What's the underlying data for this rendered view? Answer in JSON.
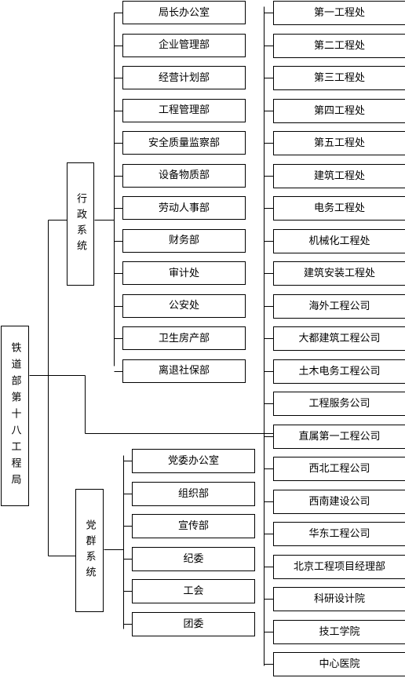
{
  "root": {
    "label": "铁道部第十八工程局"
  },
  "admin": {
    "label": "行政系统",
    "items": [
      "局长办公室",
      "企业管理部",
      "经营计划部",
      "工程管理部",
      "安全质量监察部",
      "设备物质部",
      "劳动人事部",
      "财务部",
      "审计处",
      "公安处",
      "卫生房产部",
      "离退社保部"
    ]
  },
  "party": {
    "label": "党群系统",
    "items": [
      "党委办公室",
      "组织部",
      "宣传部",
      "纪委",
      "工会",
      "团委"
    ]
  },
  "units": {
    "items": [
      "第一工程处",
      "第二工程处",
      "第三工程处",
      "第四工程处",
      "第五工程处",
      "建筑工程处",
      "电务工程处",
      "机械化工程处",
      "建筑安装工程处",
      "海外工程公司",
      "大都建筑工程公司",
      "土木电务工程公司",
      "工程服务公司",
      "直属第一工程公司",
      "西北工程公司",
      "西南建设公司",
      "华东工程公司",
      "北京工程项目经理部",
      "科研设计院",
      "技工学院",
      "中心医院"
    ]
  }
}
